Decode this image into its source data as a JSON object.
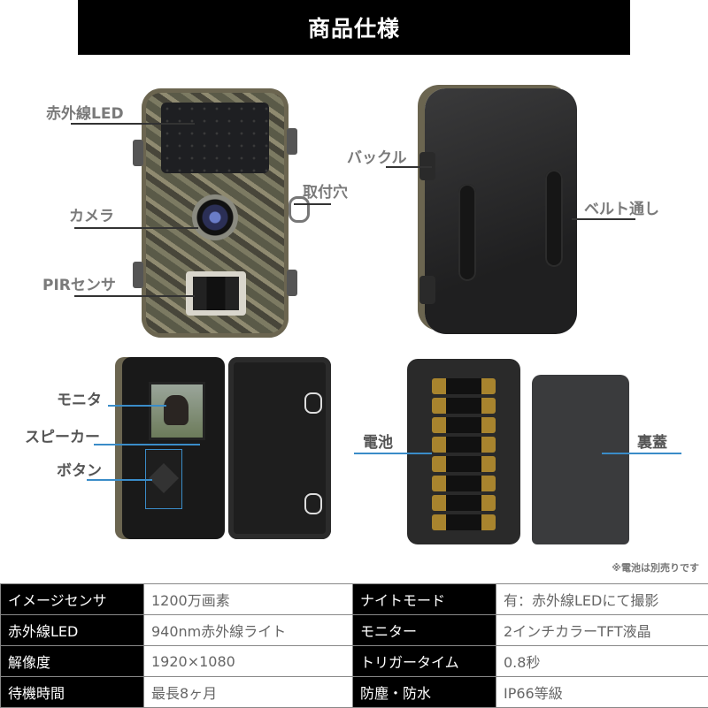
{
  "header": {
    "title": "商品仕様"
  },
  "callouts": {
    "front": {
      "ir_led": "赤外線LED",
      "camera": "カメラ",
      "pir": "PIRセンサ",
      "mount_hole": "取付穴"
    },
    "back": {
      "buckle": "バックル",
      "belt_loop": "ベルト通し"
    },
    "open": {
      "monitor": "モニタ",
      "speaker": "スピーカー",
      "buttons": "ボタン"
    },
    "battery": {
      "battery": "電池",
      "back_cover": "裏蓋"
    }
  },
  "note": "※電池は別売りです",
  "colors": {
    "header_bg": "#000000",
    "label_gray": "#7a7a7a",
    "callout_blue": "#3a8cc8",
    "table_key_bg": "#000000"
  },
  "specs": [
    {
      "k1": "イメージセンサ",
      "v1": "1200万画素",
      "k2": "ナイトモード",
      "v2": "有：赤外線LEDにて撮影"
    },
    {
      "k1": "赤外線LED",
      "v1": "940nm赤外線ライト",
      "k2": "モニター",
      "v2": "2インチカラーTFT液晶"
    },
    {
      "k1": "解像度",
      "v1": "1920×1080",
      "k2": "トリガータイム",
      "v2": "0.8秒"
    },
    {
      "k1": "待機時間",
      "v1": "最長8ヶ月",
      "k2": "防塵・防水",
      "v2": "IP66等級"
    }
  ]
}
